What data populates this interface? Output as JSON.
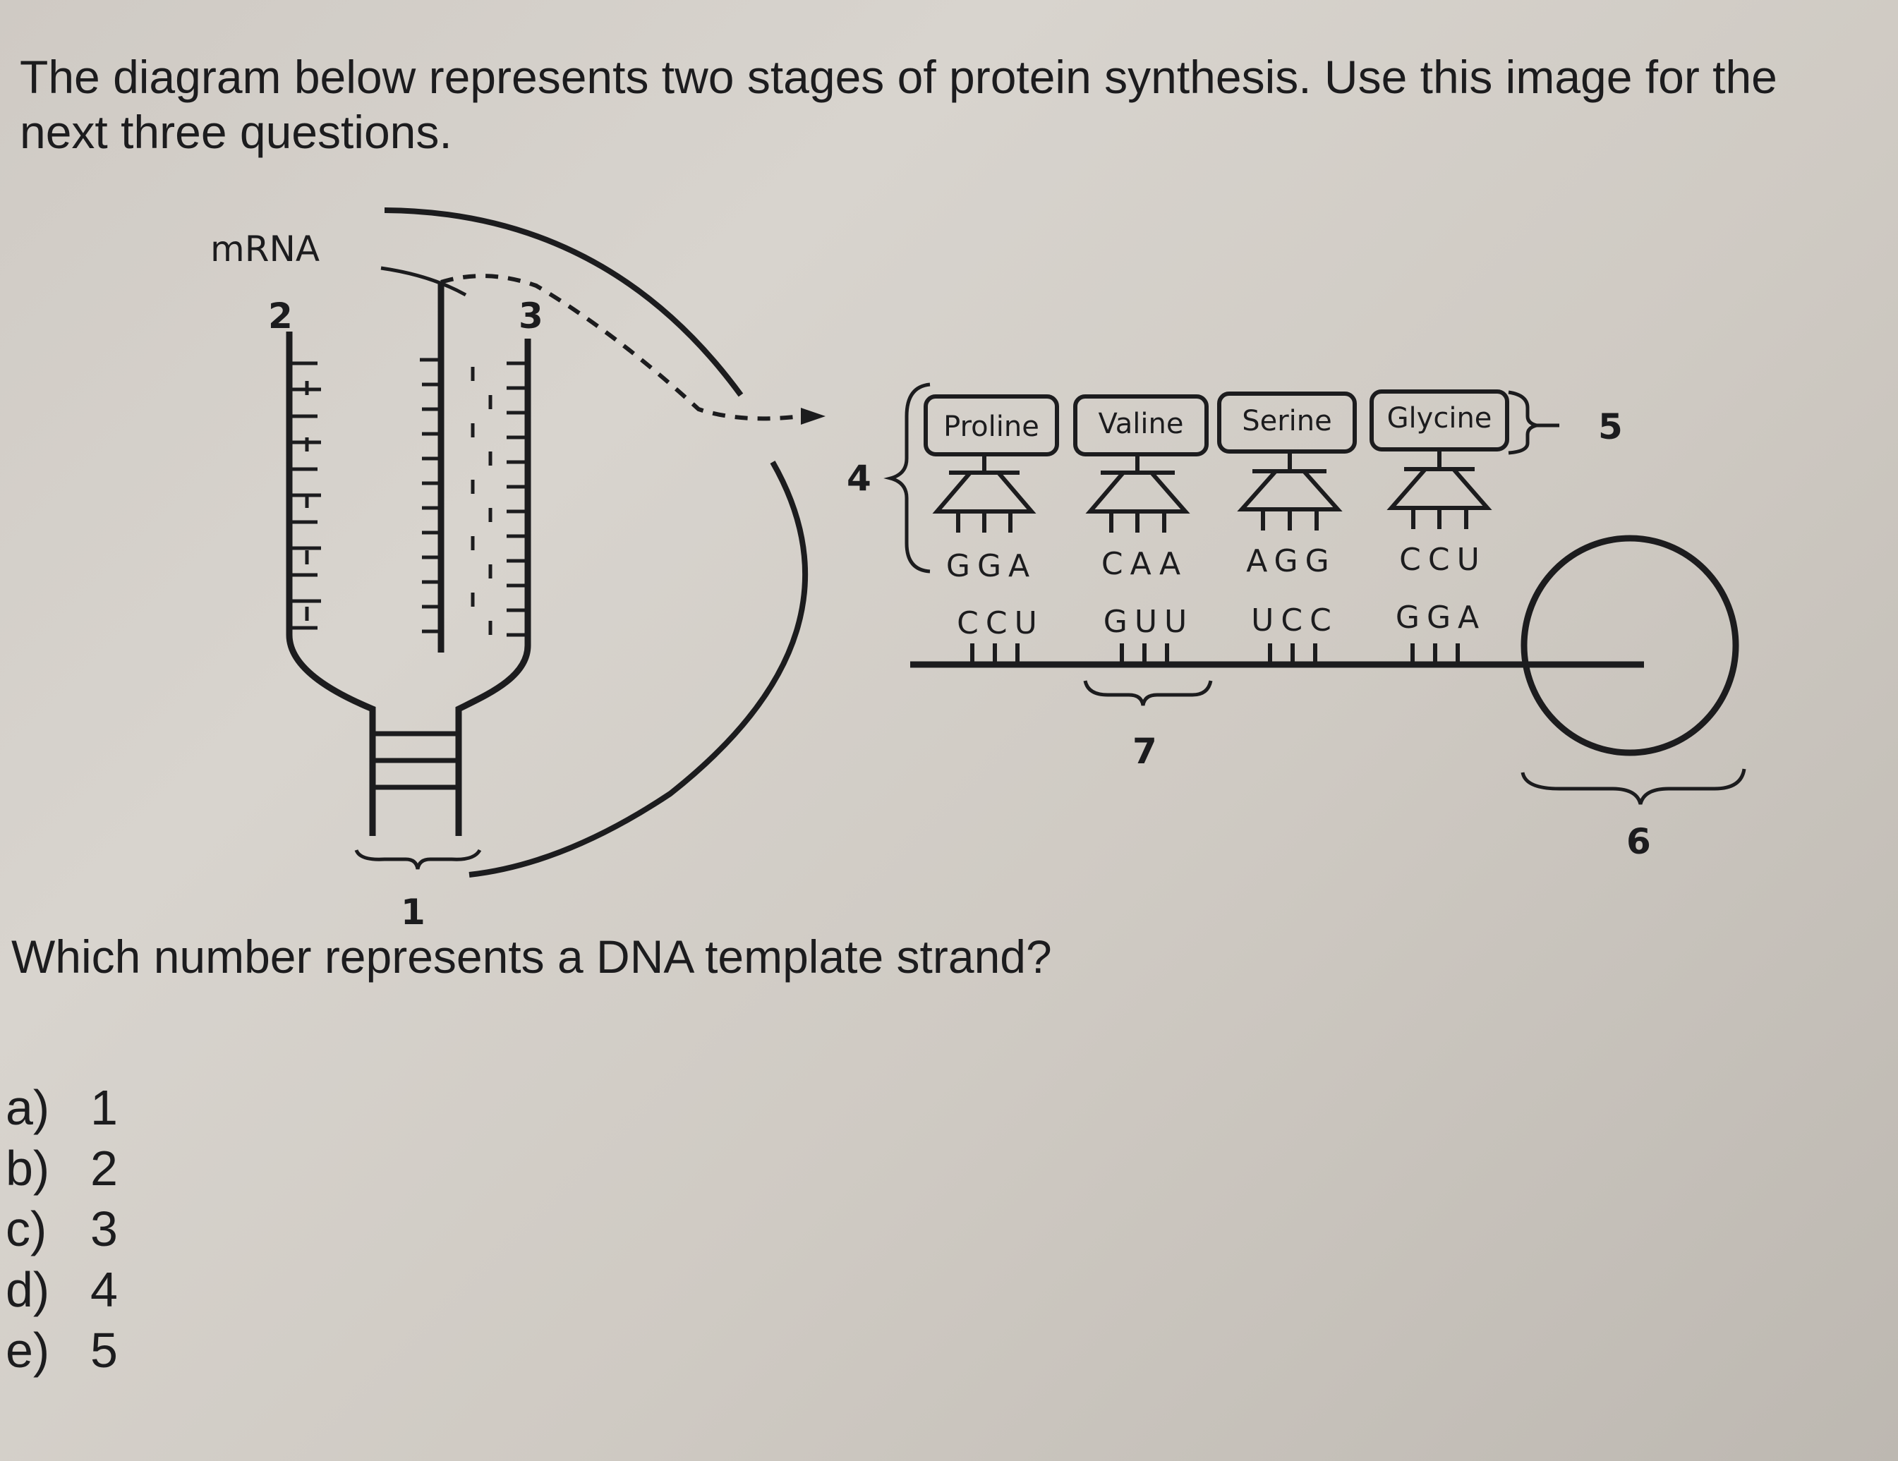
{
  "intro": {
    "line1": "The diagram below represents two stages of protein synthesis. Use this image for the",
    "line2": "next three questions."
  },
  "diagram": {
    "mrna_label": "mRNA",
    "numbers": {
      "n1": "1",
      "n2": "2",
      "n3": "3",
      "n4": "4",
      "n5": "5",
      "n6": "6",
      "n7": "7"
    },
    "amino_acids": [
      "Proline",
      "Valine",
      "Serine",
      "Glycine"
    ],
    "anticodons": [
      "GGA",
      "CAA",
      "AGG",
      "CCU"
    ],
    "codons": [
      "CCU",
      "GUU",
      "UCC",
      "GGA"
    ]
  },
  "question": "Which number represents a DNA template strand?",
  "choices": [
    {
      "letter": "a)",
      "value": "1"
    },
    {
      "letter": "b)",
      "value": "2"
    },
    {
      "letter": "c)",
      "value": "3"
    },
    {
      "letter": "d)",
      "value": "4"
    },
    {
      "letter": "e)",
      "value": "5"
    }
  ]
}
